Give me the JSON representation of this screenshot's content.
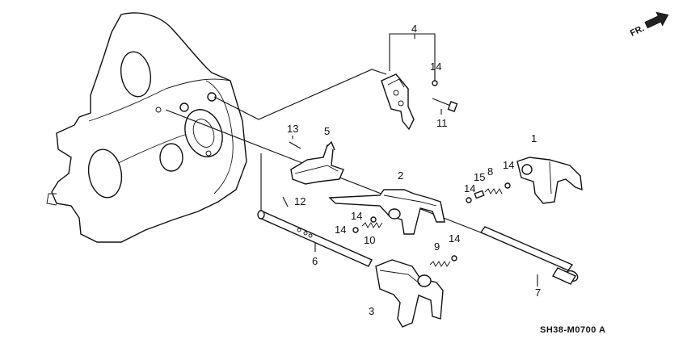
{
  "diagram_code": "SH38-M0700 A",
  "direction_label": "FR.",
  "callouts": [
    {
      "id": "c1",
      "text": "1"
    },
    {
      "id": "c2",
      "text": "2"
    },
    {
      "id": "c3",
      "text": "3"
    },
    {
      "id": "c4",
      "text": "4"
    },
    {
      "id": "c5",
      "text": "5"
    },
    {
      "id": "c6",
      "text": "6"
    },
    {
      "id": "c7",
      "text": "7"
    },
    {
      "id": "c8",
      "text": "8"
    },
    {
      "id": "c9",
      "text": "9"
    },
    {
      "id": "c10",
      "text": "10"
    },
    {
      "id": "c11",
      "text": "11"
    },
    {
      "id": "c12",
      "text": "12"
    },
    {
      "id": "c13",
      "text": "13"
    },
    {
      "id": "c14a",
      "text": "14"
    },
    {
      "id": "c14b",
      "text": "14"
    },
    {
      "id": "c14c",
      "text": "14"
    },
    {
      "id": "c14d",
      "text": "14"
    },
    {
      "id": "c14e",
      "text": "14"
    },
    {
      "id": "c14f",
      "text": "14"
    },
    {
      "id": "c15",
      "text": "15"
    }
  ]
}
